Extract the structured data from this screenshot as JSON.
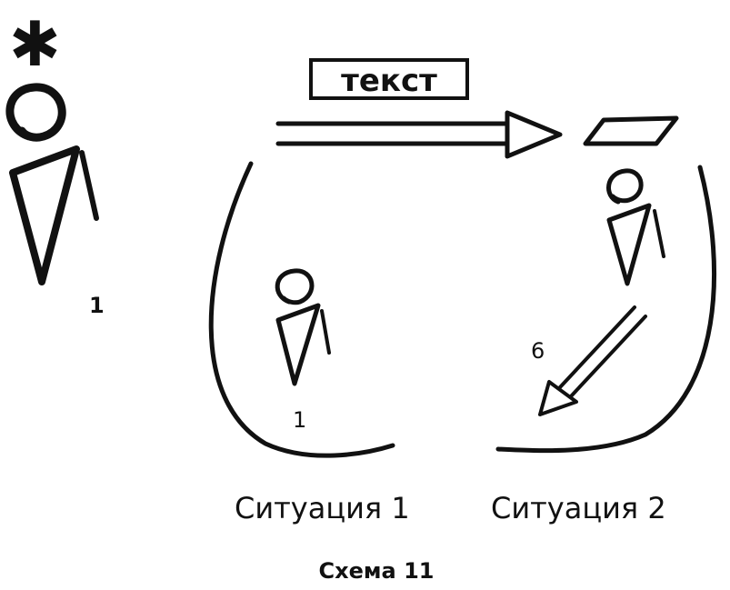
{
  "diagram": {
    "asterisk": "✱",
    "text_box_label": "текст",
    "observer_label": "1",
    "situation1_figure_label": "1",
    "arrow_label": "6",
    "situation1_caption": "Ситуация 1",
    "situation2_caption": "Ситуация 2",
    "figure_caption": "Схема 11"
  }
}
